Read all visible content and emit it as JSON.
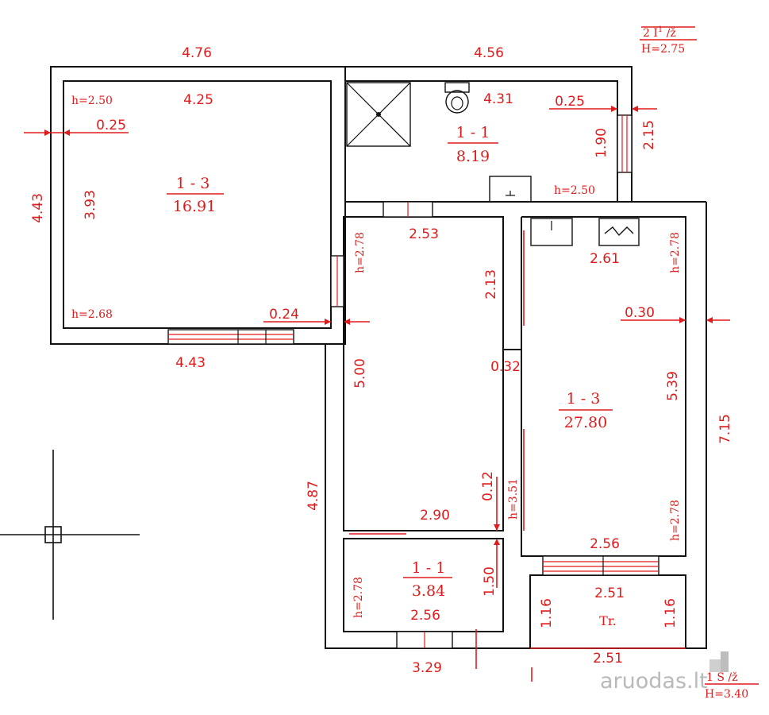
{
  "floor_code": {
    "line1": "2 I",
    "sup": "1",
    "line2_suffix": " /ž",
    "height": "H=2.75"
  },
  "corner_code": {
    "line1": "1 S",
    "suffix": " /ž",
    "height": "H=3.40"
  },
  "outer_dims": {
    "top_left": "4.76",
    "top_right": "4.56",
    "left": "4.43",
    "right": "7.15",
    "bottom_mid": "4.87",
    "bottom_a": "3.29",
    "bottom_b": "2.51"
  },
  "rooms": [
    {
      "code": "1 - 3",
      "area": "16.91",
      "labels": [
        "h=2.50",
        "4.25",
        "0.25",
        "3.93",
        "h=2.68",
        "0.24",
        "4.43"
      ]
    },
    {
      "code": "1 - 1",
      "area": "8.19",
      "labels": [
        "4.31",
        "0.25",
        "1.90",
        "2.15",
        "h=2.50"
      ]
    },
    {
      "code": "",
      "labels": [
        "2.53",
        "h=2.78",
        "2.13",
        "0.32",
        "5.00",
        "0.12",
        "2.90",
        "h=3.51"
      ]
    },
    {
      "code": "1 - 3",
      "area": "27.80",
      "labels": [
        "2.61",
        "h=2.78",
        "0.30",
        "5.39",
        "h=2.78",
        "2.56"
      ]
    },
    {
      "code": "1 - 1",
      "area": "3.84",
      "labels": [
        "h=2.78",
        "1.50",
        "2.56"
      ]
    },
    {
      "code": "Tr.",
      "labels": [
        "2.51",
        "1.16",
        "1.16"
      ]
    }
  ],
  "watermark": "aruodas.lt"
}
